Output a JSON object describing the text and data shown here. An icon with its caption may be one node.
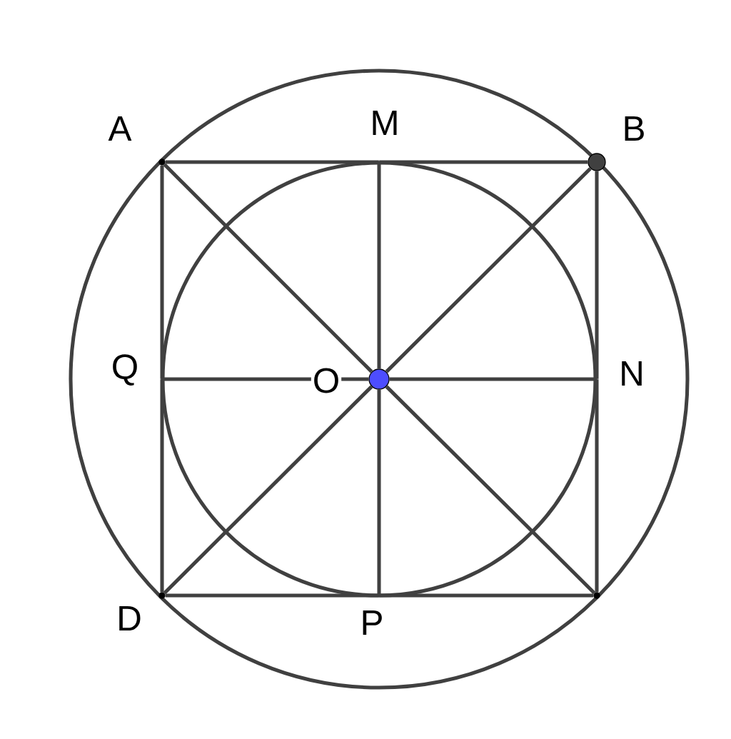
{
  "diagram": {
    "nodes": [
      {
        "text": [
          "A"
        ]
      },
      {
        "text": [
          "M"
        ]
      },
      {
        "text": [
          "B"
        ]
      },
      {
        "text": [
          "Q"
        ]
      },
      {
        "text": [
          "O"
        ]
      },
      {
        "text": [
          "N"
        ]
      },
      {
        "text": [
          "D"
        ]
      },
      {
        "text": [
          "P"
        ]
      },
      {
        "text": [],
        "shape": "circle"
      }
    ],
    "edges": [
      {
        "from": 0,
        "to": 1,
        "arrow": "none"
      },
      {
        "from": 1,
        "to": 2,
        "arrow": "none"
      },
      {
        "from": 2,
        "to": 5,
        "arrow": "none"
      },
      {
        "from": 5,
        "to": 8,
        "arrow": "none"
      },
      {
        "from": 8,
        "to": 7,
        "arrow": "none"
      },
      {
        "from": 7,
        "to": 6,
        "arrow": "none"
      },
      {
        "from": 6,
        "to": 3,
        "arrow": "none"
      },
      {
        "from": 3,
        "to": 0,
        "arrow": "none"
      },
      {
        "from": 0,
        "to": 4,
        "arrow": "none"
      },
      {
        "from": 4,
        "to": 8,
        "arrow": "none"
      },
      {
        "from": 2,
        "to": 4,
        "arrow": "none"
      },
      {
        "from": 4,
        "to": 6,
        "arrow": "none"
      },
      {
        "from": 1,
        "to": 4,
        "arrow": "none"
      },
      {
        "from": 4,
        "to": 7,
        "arrow": "none"
      },
      {
        "from": 3,
        "to": 4,
        "arrow": "none"
      },
      {
        "from": 4,
        "to": 5,
        "arrow": "none"
      }
    ]
  }
}
